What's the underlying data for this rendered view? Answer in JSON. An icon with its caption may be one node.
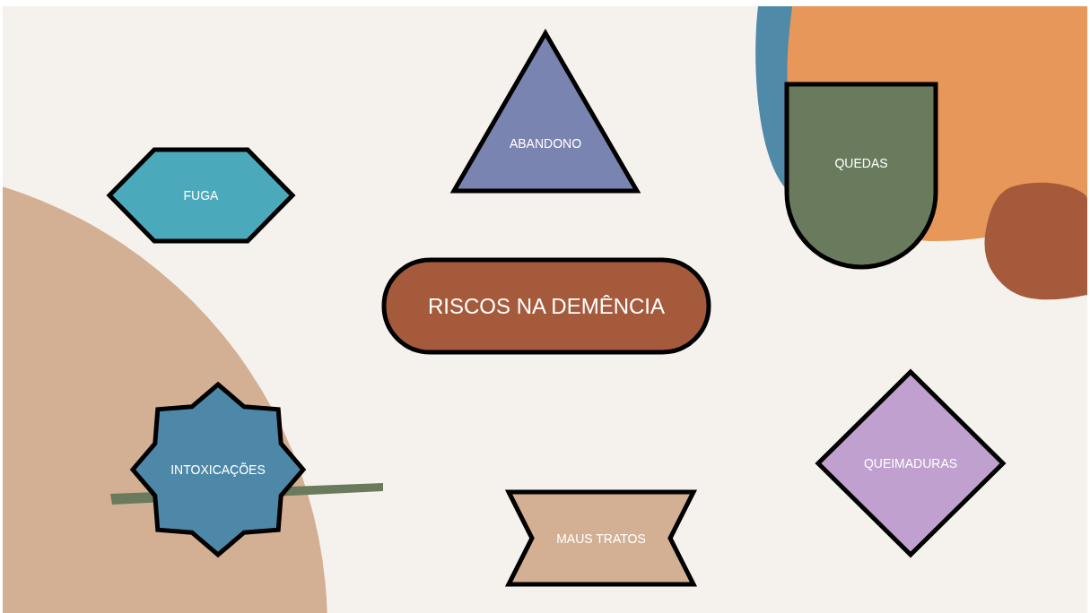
{
  "diagram": {
    "nodes": [
      {
        "text": [
          "ABANDONO"
        ]
      },
      {
        "text": [
          "FUGA"
        ]
      },
      {
        "text": [
          "QUEDAS"
        ]
      },
      {
        "text": [
          "RISCOS NA DEMÊNCIA"
        ]
      },
      {
        "text": [
          "INTOXICAÇÕES"
        ]
      },
      {
        "text": [
          "QUEIMADURAS"
        ]
      },
      {
        "text": [
          "MAUS TRATOS"
        ]
      }
    ]
  }
}
